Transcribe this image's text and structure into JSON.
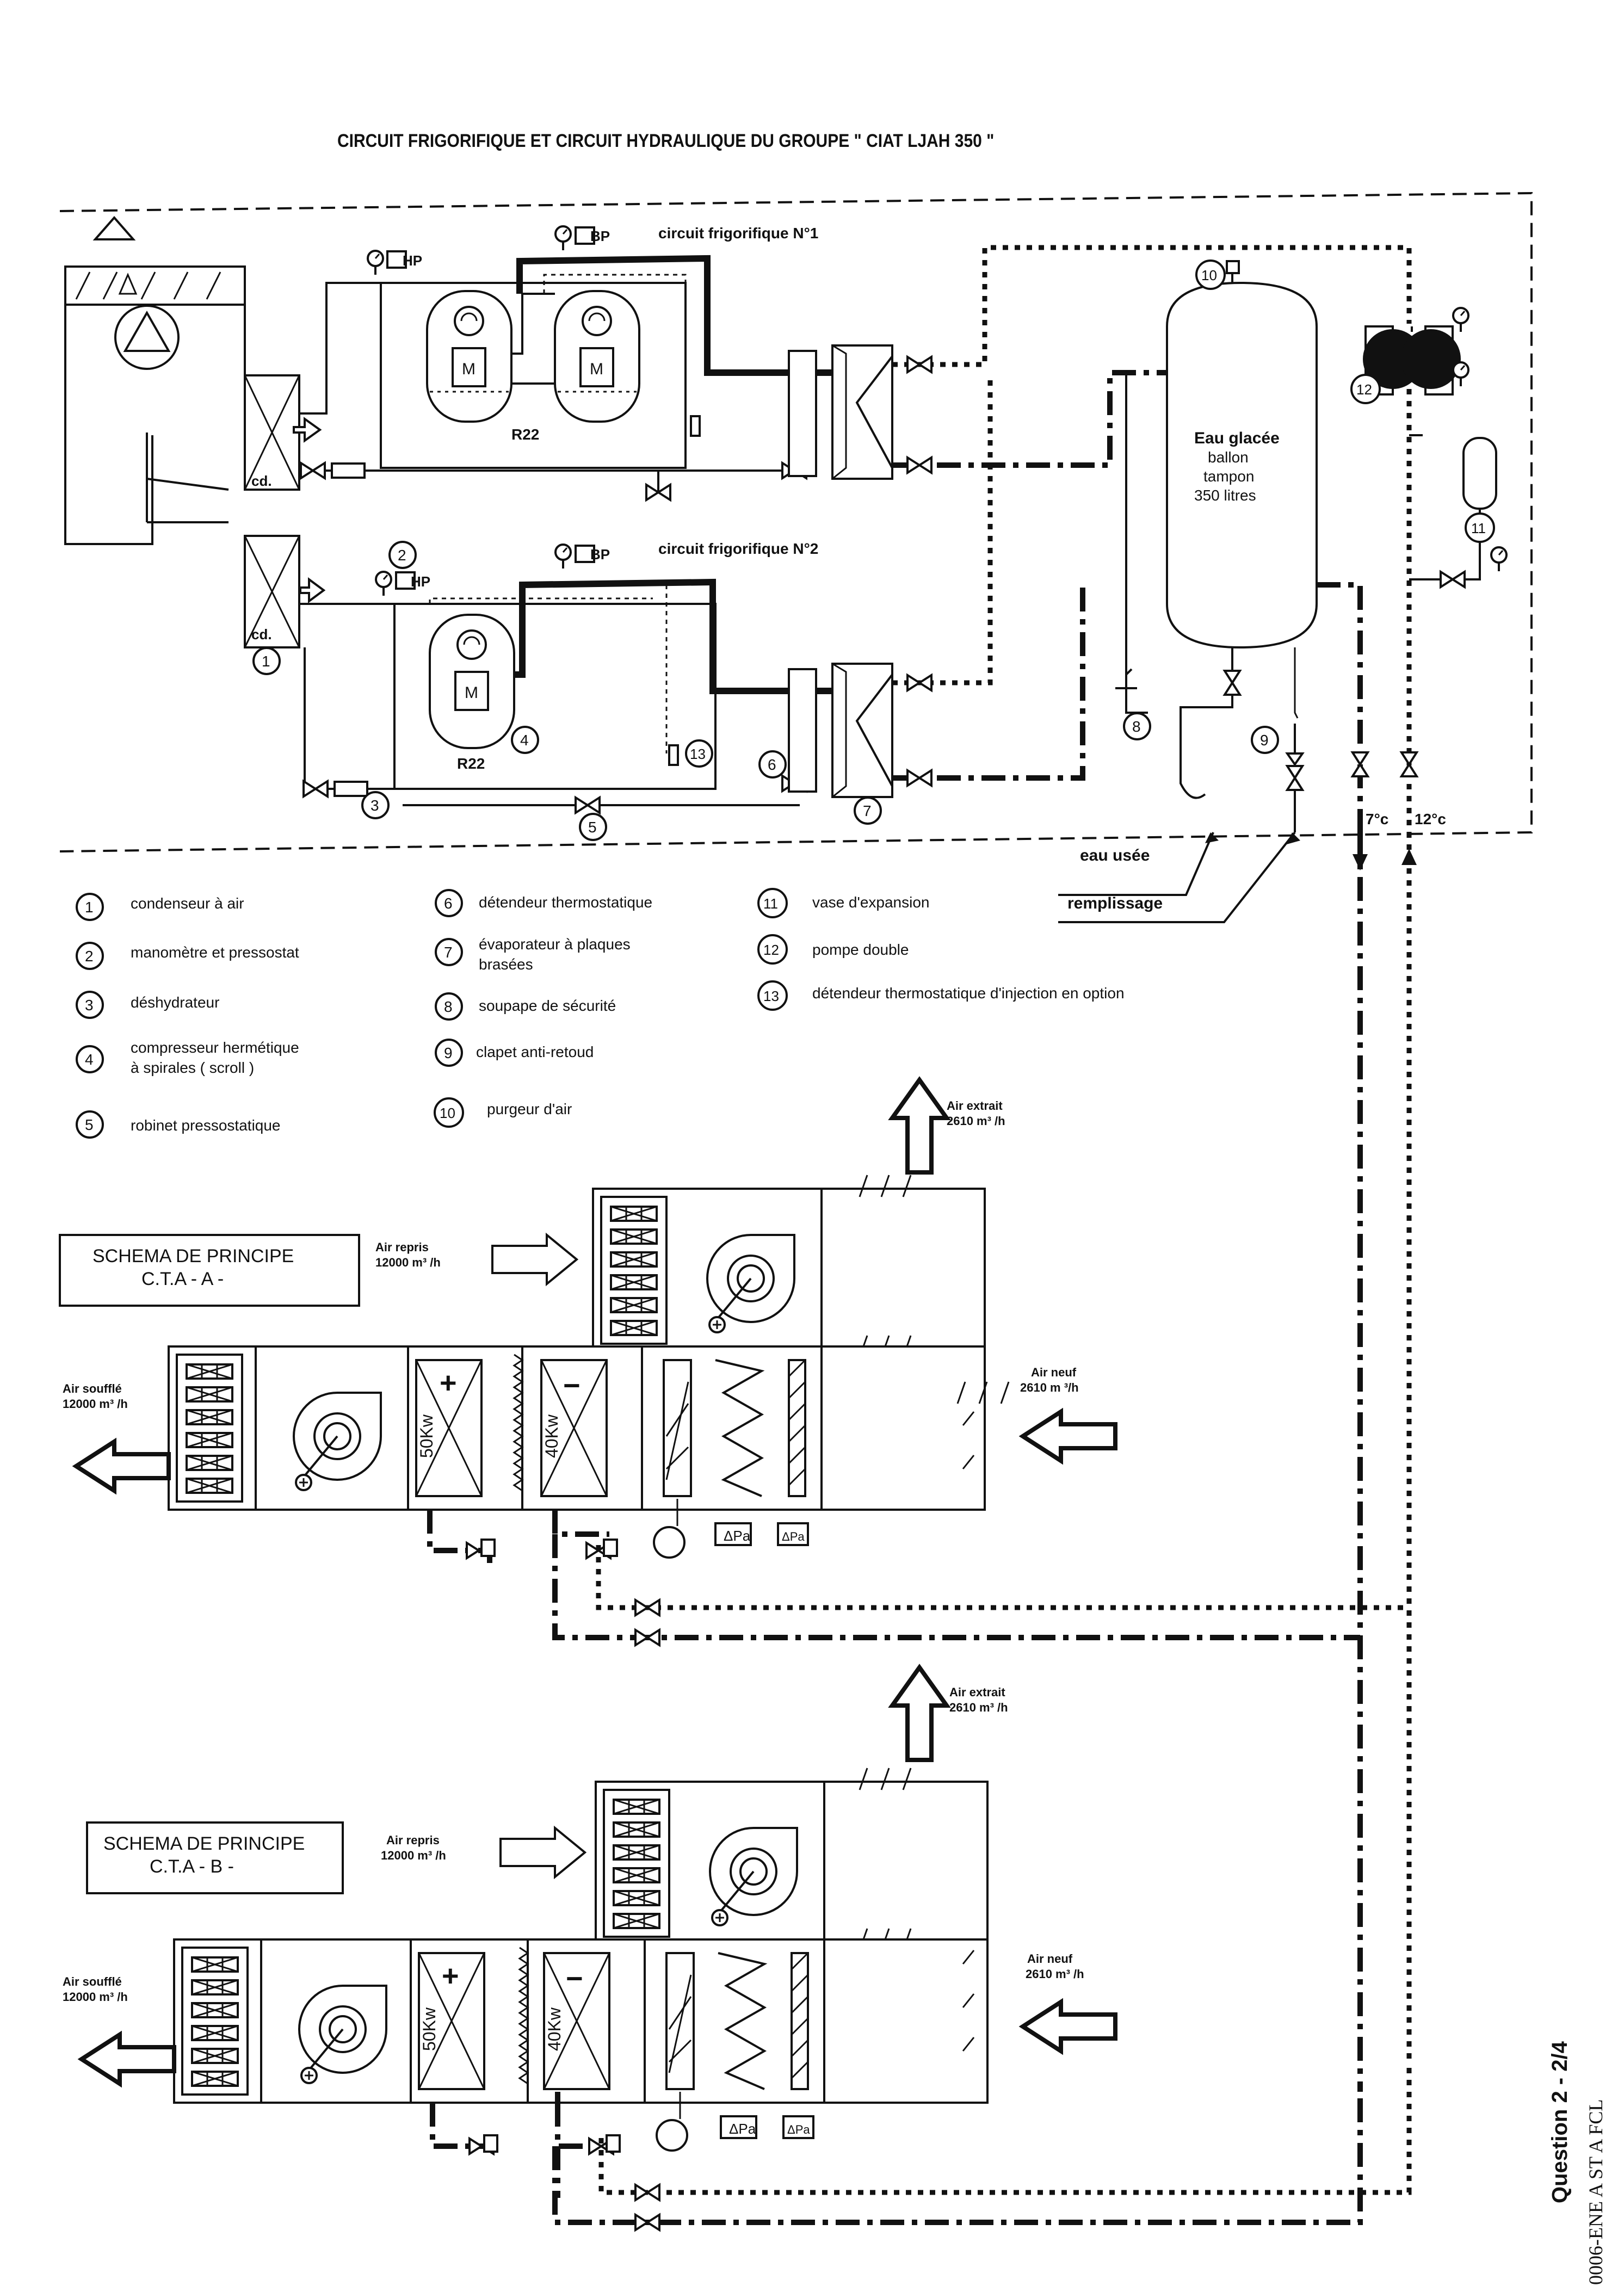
{
  "title": "CIRCUIT FRIGORIFIQUE ET CIRCUIT HYDRAULIQUE DU GROUPE \" CIAT LJAH 350 \"",
  "circuits": {
    "c1": "circuit frigorifique N°1",
    "c2": "circuit frigorifique N°2",
    "refrigerant": "R22",
    "motor": "M",
    "condenser": "cd.",
    "hp": "HP",
    "bp": "BP"
  },
  "tank": {
    "l1": "Eau glacée",
    "l2": "ballon",
    "l3": "tampon",
    "l4": "350 litres"
  },
  "temps": {
    "supply": "7°c",
    "return": "12°c"
  },
  "water": {
    "drain": "eau usée",
    "fill": "remplissage"
  },
  "callouts": [
    "1",
    "2",
    "3",
    "4",
    "5",
    "6",
    "7",
    "8",
    "9",
    "10",
    "11",
    "12",
    "13"
  ],
  "legend": [
    {
      "num": "1",
      "label": "condenseur à air"
    },
    {
      "num": "2",
      "label": "manomètre et pressostat"
    },
    {
      "num": "3",
      "label": "déshydrateur"
    },
    {
      "num": "4",
      "label": "compresseur hermétique",
      "label2": "à spirales ( scroll )"
    },
    {
      "num": "5",
      "label": "robinet pressostatique"
    },
    {
      "num": "6",
      "label": "détendeur thermostatique"
    },
    {
      "num": "7",
      "label": "évaporateur à plaques",
      "label2": "brasées"
    },
    {
      "num": "8",
      "label": "soupape de sécurité"
    },
    {
      "num": "9",
      "label": "clapet anti-retoud"
    },
    {
      "num": "10",
      "label": "purgeur d'air"
    },
    {
      "num": "11",
      "label": "vase d'expansion"
    },
    {
      "num": "12",
      "label": "pompe double"
    },
    {
      "num": "13",
      "label": "détendeur thermostatique d'injection en option"
    }
  ],
  "cta_a": {
    "title1": "SCHEMA DE PRINCIPE",
    "title2": "C.T.A    - A -",
    "extract": "Air extrait",
    "extract_flow": "2610 m³ /h",
    "return": "Air repris",
    "return_flow": "12000 m³ /h",
    "supply": "Air soufflé",
    "supply_flow": "12000 m³ /h",
    "fresh": "Air neuf",
    "fresh_flow": "2610 m ³/h",
    "heat": "50Kw",
    "cool": "40Kw",
    "plus": "+",
    "minus": "−",
    "dp1": "ΔPa",
    "dp2": "ΔPa"
  },
  "cta_b": {
    "title1": "SCHEMA DE PRINCIPE",
    "title2": "C.T.A    - B -",
    "extract": "Air extrait",
    "extract_flow": "2610 m³ /h",
    "return": "Air repris",
    "return_flow": "12000 m³ /h",
    "supply": "Air soufflé",
    "supply_flow": "12000 m³ /h",
    "fresh": "Air neuf",
    "fresh_flow": "2610 m³ /h",
    "heat": "50Kw",
    "cool": "40Kw",
    "plus": "+",
    "minus": "−",
    "dp1": "ΔPa",
    "dp2": "ΔPa"
  },
  "footer": {
    "question": "Question 2 - 2/4",
    "ref": "0006-ENE A ST A FCL"
  }
}
